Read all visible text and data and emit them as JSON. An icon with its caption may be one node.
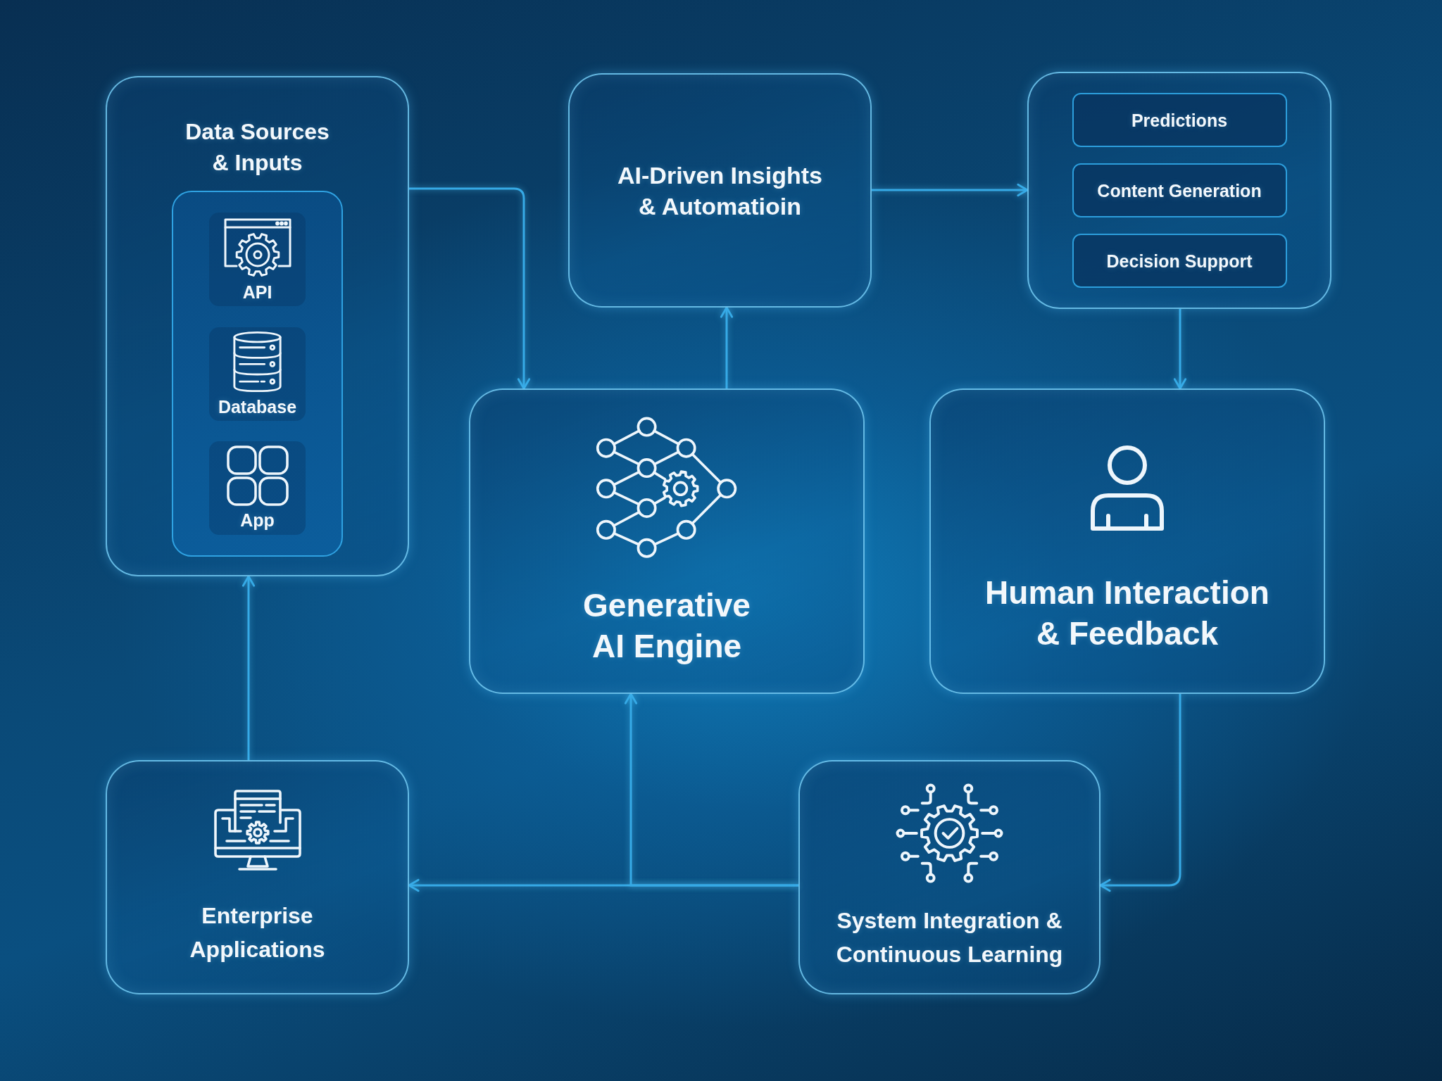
{
  "diagram": {
    "nodes": [
      {
        "text": [
          "Data Sources & Inputs"
        ]
      },
      {
        "text": [],
        "shape": "box",
        "in": 0
      },
      {
        "text": [
          "API"
        ],
        "in": 1
      },
      {
        "text": [
          "Database"
        ],
        "in": 1
      },
      {
        "text": [
          "App"
        ],
        "in": 1
      },
      {
        "text": [
          "AI-Driven Insights & Automatioin"
        ]
      },
      {
        "text": [],
        "shape": "box"
      },
      {
        "text": [
          "Predictions"
        ],
        "in": 6
      },
      {
        "text": [
          "Content Generation"
        ],
        "in": 6
      },
      {
        "text": [
          "Decision Support"
        ],
        "in": 6
      },
      {
        "text": [
          "Generative AI Engine"
        ]
      },
      {
        "text": [
          "Human Interaction & Feedback"
        ]
      },
      {
        "text": [
          "Enterprise Applications"
        ]
      },
      {
        "text": [
          "System Integration & Continuous Learning"
        ]
      }
    ],
    "edges": [
      {
        "from": 0,
        "to": 10,
        "arrow": "to"
      },
      {
        "from": 10,
        "to": 5,
        "arrow": "to"
      },
      {
        "from": 5,
        "to": 6,
        "arrow": "to"
      },
      {
        "from": 6,
        "to": 11,
        "arrow": "to"
      },
      {
        "from": 11,
        "to": 13,
        "arrow": "to"
      },
      {
        "from": 13,
        "to": 12,
        "arrow": "to"
      },
      {
        "from": 13,
        "to": 10,
        "arrow": "to"
      },
      {
        "from": 12,
        "to": 0,
        "arrow": "to"
      }
    ]
  }
}
